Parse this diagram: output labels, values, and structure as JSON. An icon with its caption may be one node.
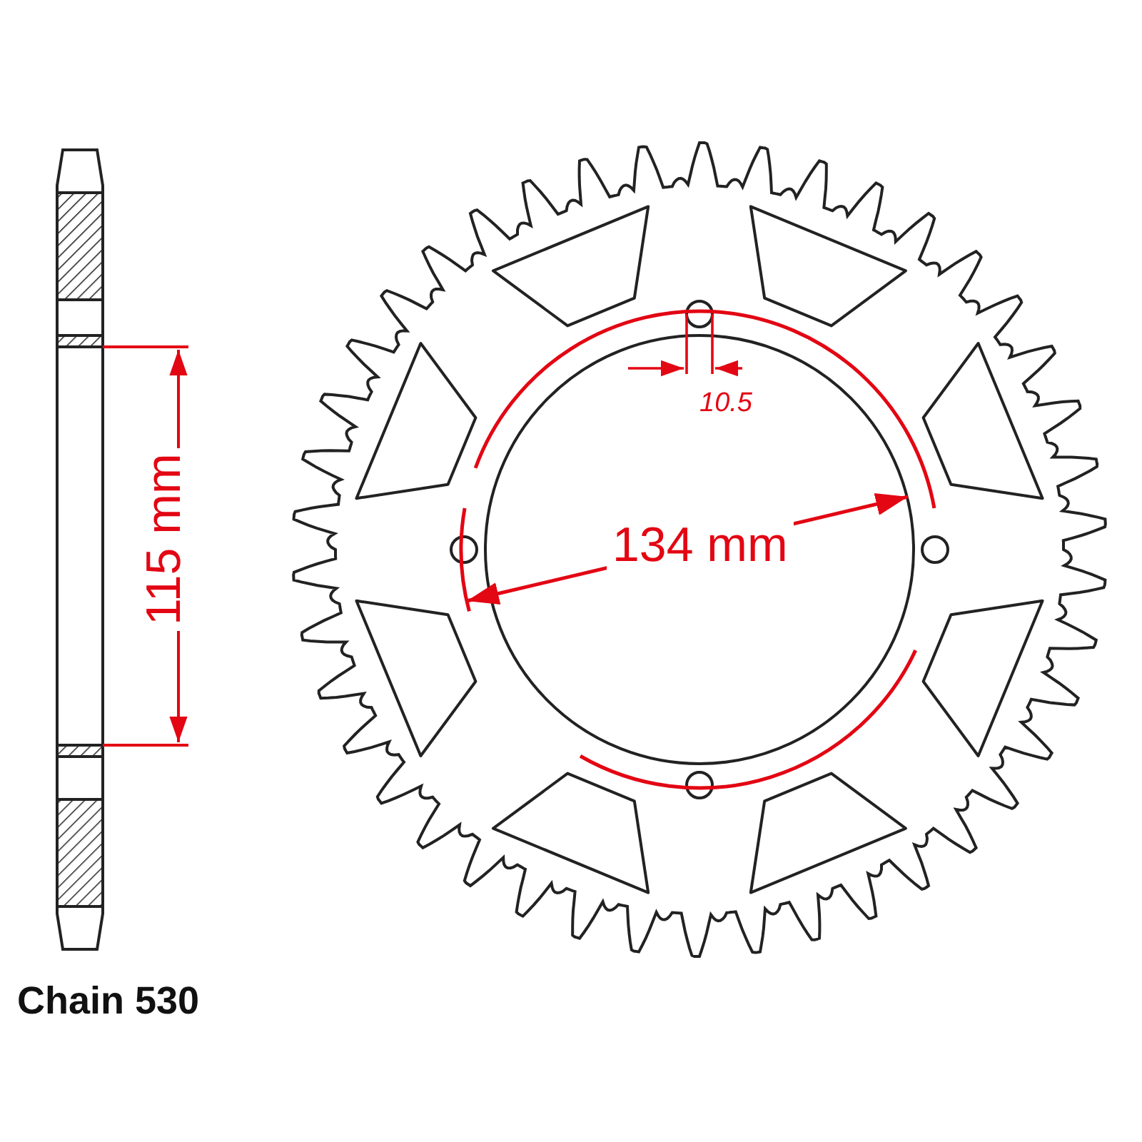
{
  "diagram": {
    "labels": [
      "10.5",
      "115 mm",
      "134 mm",
      "Chain 530"
    ]
  }
}
